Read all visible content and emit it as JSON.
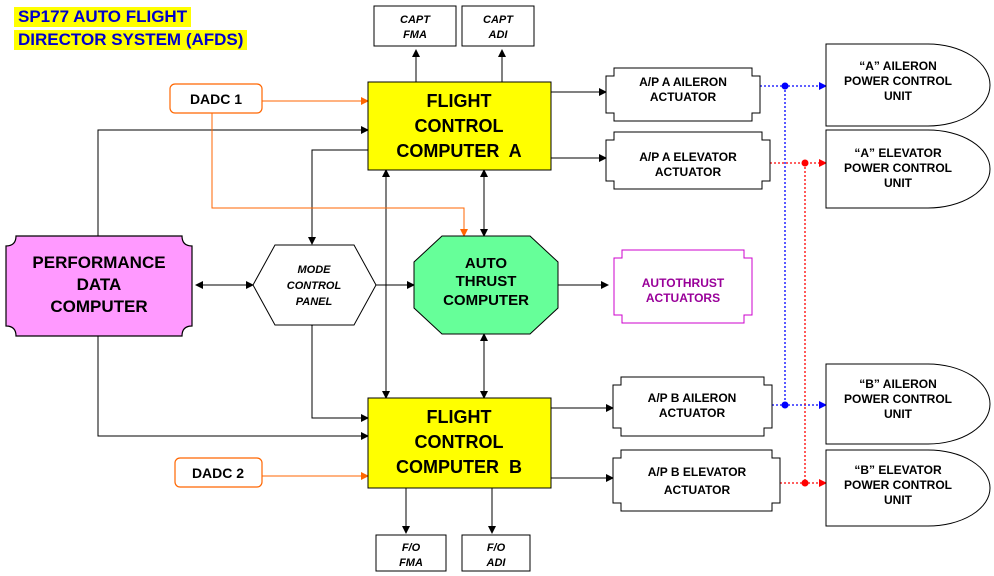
{
  "title": {
    "line1": "SP177 AUTO FLIGHT",
    "line2": "DIRECTOR SYSTEM (AFDS)"
  },
  "boxes": {
    "capt_fma": [
      "CAPT",
      "FMA"
    ],
    "capt_adi": [
      "CAPT",
      "ADI"
    ],
    "fo_fma": [
      "F/O",
      "FMA"
    ],
    "fo_adi": [
      "F/O",
      "ADI"
    ],
    "dadc1": "DADC 1",
    "dadc2": "DADC 2",
    "fcc_a": [
      "FLIGHT",
      "CONTROL",
      "COMPUTER  A"
    ],
    "fcc_b": [
      "FLIGHT",
      "CONTROL",
      "COMPUTER  B"
    ],
    "pdc": [
      "PERFORMANCE",
      "DATA",
      "COMPUTER"
    ],
    "mcp": [
      "MODE",
      "CONTROL",
      "PANEL"
    ],
    "atc": [
      "AUTO",
      "THRUST",
      "COMPUTER"
    ],
    "at_act": [
      "AUTOTHRUST",
      "ACTUATORS"
    ],
    "ap_a_ail": [
      "A/P A AILERON",
      "ACTUATOR"
    ],
    "ap_a_elev": [
      "A/P A ELEVATOR",
      "ACTUATOR"
    ],
    "ap_b_ail": [
      "A/P B AILERON",
      "ACTUATOR"
    ],
    "ap_b_elev": [
      "A/P B ELEVATOR",
      "ACTUATOR"
    ],
    "pcu_a_ail": [
      "“A” AILERON",
      "POWER CONTROL",
      "UNIT"
    ],
    "pcu_a_elev": [
      "“A” ELEVATOR",
      "POWER CONTROL",
      "UNIT"
    ],
    "pcu_b_ail": [
      "“B” AILERON",
      "POWER CONTROL",
      "UNIT"
    ],
    "pcu_b_elev": [
      "“B” ELEVATOR",
      "POWER CONTROL",
      "UNIT"
    ]
  },
  "colors": {
    "title_text": "#0000cc",
    "title_bg": "#ffff00",
    "fcc_fill": "#ffff00",
    "pdc_fill": "#ff99ff",
    "atc_fill": "#66ff99",
    "dadc_border": "#ff6600",
    "dadc_line": "#ff6600",
    "at_act_text": "#990099",
    "at_act_border": "#cc00cc",
    "aileron_line": "#0000ff",
    "elevator_line": "#ff0000"
  }
}
